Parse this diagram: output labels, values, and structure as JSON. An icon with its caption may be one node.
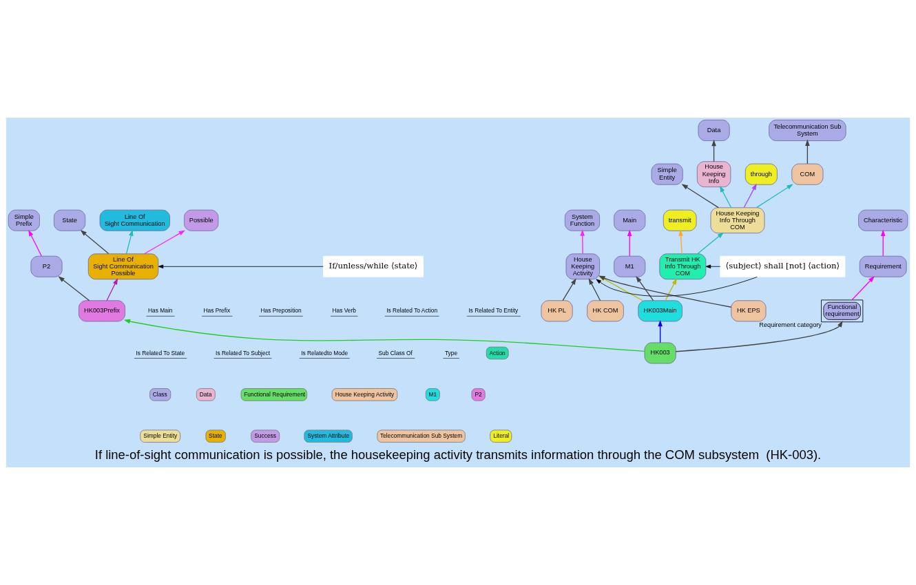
{
  "diagram": {
    "caption": "If line-of-sight communication is possible, the housekeeping activity transmits information through the COM subsystem  (HK-003).",
    "nodes": [
      {
        "text": [
          "Simple Prefix"
        ]
      },
      {
        "text": [
          "Characteristic"
        ]
      },
      {
        "text": [
          "Requirement"
        ]
      },
      {
        "text": [
          "Functional requirement"
        ],
        "beside": [
          "Requirement category"
        ]
      },
      {
        "text": [
          "Main"
        ]
      },
      {
        "text": [
          "P2"
        ]
      },
      {
        "text": [
          "M1"
        ]
      },
      {
        "text": [
          "Simple Entity"
        ]
      },
      {
        "text": [
          "HK003Prefix"
        ]
      },
      {
        "text": [
          "HK003"
        ]
      },
      {
        "text": [
          "HK003Main"
        ]
      },
      {
        "text": [
          "transmit"
        ]
      },
      {
        "text": [
          "Line Of Sight Communication Possible"
        ]
      },
      {
        "text": [
          "State"
        ]
      },
      {
        "text": [
          "System Function"
        ]
      },
      {
        "text": [
          "House Keeping Activity"
        ]
      },
      {
        "text": [
          "Data"
        ]
      },
      {
        "text": [
          "Transmit HK Info Through COM"
        ]
      },
      {
        "text": [
          "House Keeping Info Through COM"
        ]
      },
      {
        "text": [
          "Telecommunication Sub System"
        ]
      },
      {
        "text": [
          "Line Of Sight Communication"
        ]
      },
      {
        "text": [
          "Possible"
        ]
      },
      {
        "text": [
          "HK PL"
        ]
      },
      {
        "text": [
          "HK COM"
        ]
      },
      {
        "text": [
          "HK EPS"
        ]
      },
      {
        "text": [
          "House Keeping Info"
        ]
      },
      {
        "text": [
          "through"
        ]
      },
      {
        "text": [
          "COM"
        ]
      },
      {
        "text": [
          "If/unless/while ⟨state⟩"
        ]
      },
      {
        "text": [
          "⟨subject⟩ shall [not] ⟨action⟩"
        ]
      }
    ],
    "edges": [
      {
        "from": 5,
        "to": 0,
        "arrow": "to",
        "color": "#ff00ff"
      },
      {
        "from": 2,
        "to": 1,
        "arrow": "to",
        "color": "#ff00ff"
      },
      {
        "from": 3,
        "to": 2,
        "arrow": "to",
        "color": "#ff00ff"
      },
      {
        "from": 6,
        "to": 4,
        "arrow": "to",
        "color": "#ff00ff"
      },
      {
        "from": 8,
        "to": 5,
        "arrow": "to"
      },
      {
        "from": 9,
        "to": 3,
        "arrow": "to"
      },
      {
        "from": 10,
        "to": 6,
        "arrow": "to"
      },
      {
        "from": 9,
        "to": 8,
        "arrow": "to",
        "color": "#22cc22"
      },
      {
        "from": 9,
        "to": 10,
        "arrow": "to",
        "color": "#0000ff"
      },
      {
        "from": 8,
        "to": 12,
        "arrow": "to",
        "color": "#aa22aa"
      },
      {
        "from": 10,
        "to": 15,
        "arrow": "to",
        "color": "#bbbb00"
      },
      {
        "from": 10,
        "to": 17,
        "arrow": "to",
        "color": "#bbbb00"
      },
      {
        "from": 17,
        "to": 11,
        "arrow": "to",
        "color": "#ffaa22"
      },
      {
        "from": 12,
        "to": 13,
        "arrow": "to"
      },
      {
        "from": 12,
        "to": 20,
        "arrow": "to",
        "color": "#22bbbb"
      },
      {
        "from": 12,
        "to": 21,
        "arrow": "to",
        "color": "#ff22ff"
      },
      {
        "from": 15,
        "to": 14,
        "arrow": "to",
        "color": "#ff22ff"
      },
      {
        "from": 22,
        "to": 15,
        "arrow": "to"
      },
      {
        "from": 23,
        "to": 15,
        "arrow": "to"
      },
      {
        "from": 24,
        "to": 15,
        "arrow": "to"
      },
      {
        "from": 25,
        "to": 16,
        "arrow": "to"
      },
      {
        "from": 17,
        "to": 18,
        "arrow": "to",
        "color": "#22bbbb"
      },
      {
        "from": 18,
        "to": 25,
        "arrow": "to",
        "color": "#22bbbb"
      },
      {
        "from": 18,
        "to": 26,
        "arrow": "to",
        "color": "#aa44ff"
      },
      {
        "from": 18,
        "to": 27,
        "arrow": "to",
        "color": "#22bbbb"
      },
      {
        "from": 18,
        "to": 7,
        "arrow": "to"
      },
      {
        "from": 27,
        "to": 19,
        "arrow": "to"
      },
      {
        "from": 28,
        "to": 12,
        "arrow": "to",
        "color": "#000000"
      },
      {
        "from": 29,
        "to": 15,
        "arrow": "to",
        "color": "#000000"
      },
      {
        "from": 29,
        "to": 17,
        "arrow": "to",
        "color": "#000000"
      }
    ],
    "legend": [
      {
        "text": "Has Main"
      },
      {
        "text": "Has Prefix"
      },
      {
        "text": "Has Preposition"
      },
      {
        "text": "Has Verb"
      },
      {
        "text": "Is Related To Action"
      },
      {
        "text": "Is Related To Entity"
      },
      {
        "text": "Is Related To State"
      },
      {
        "text": "Is Related To Subject"
      },
      {
        "text": "Is Relatedto Mode"
      },
      {
        "text": "Sub Class Of"
      },
      {
        "text": "Type"
      },
      {
        "text": "Action",
        "color": "#22ddaa"
      },
      {
        "text": "Class",
        "color": "#aaaae6"
      },
      {
        "text": "Data",
        "color": "#e8b4d0"
      },
      {
        "text": "Functional Requirement",
        "color": "#66dd66"
      },
      {
        "text": "House Keeping Activity",
        "color": "#eec4a0"
      },
      {
        "text": "M1",
        "color": "#22dddd"
      },
      {
        "text": "P2",
        "color": "#e07ae0"
      },
      {
        "text": "Simple Entity",
        "color": "#eedd99"
      },
      {
        "text": "State",
        "color": "#e8b000"
      },
      {
        "text": "Success",
        "color": "#c49ae8"
      },
      {
        "text": "System Attribute",
        "color": "#22bbdd"
      },
      {
        "text": "Telecommunication Sub System",
        "color": "#eec4a0"
      },
      {
        "text": "Literal",
        "color": "#eeee22"
      }
    ]
  }
}
